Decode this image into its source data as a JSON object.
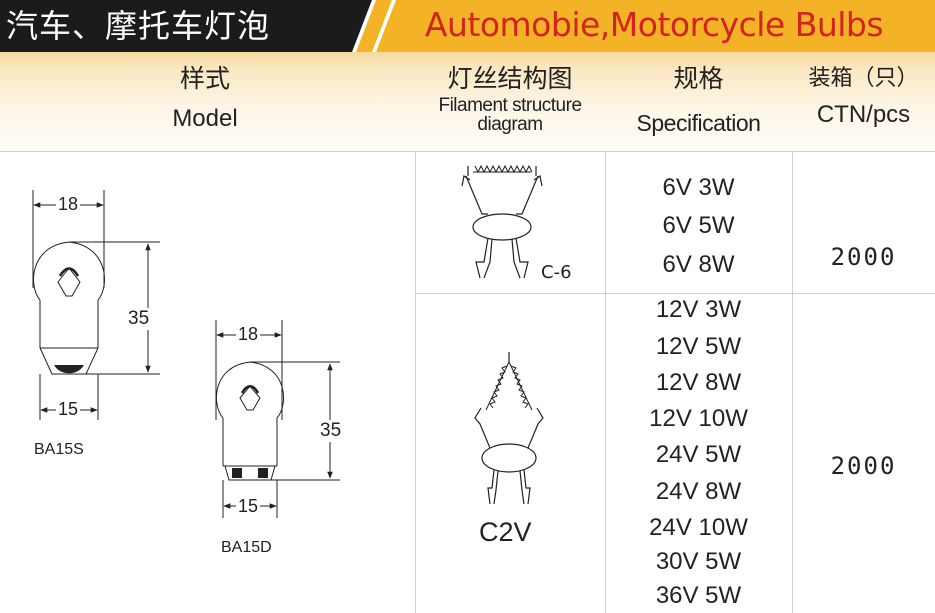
{
  "banner": {
    "title_cn": "汽车、摩托车灯泡",
    "title_en": "Automobie,Motorcycle Bulbs",
    "colors": {
      "dark": "#1b1b1b",
      "accent": "#f4b327",
      "title_en": "#d2231d"
    }
  },
  "header": {
    "model_cn": "样式",
    "model_en": "Model",
    "filament_cn": "灯丝结构图",
    "filament_en_line1": "Filament structure",
    "filament_en_line2": "diagram",
    "spec_cn": "规格",
    "spec_en": "Specification",
    "ctn_cn": "装箱（只）",
    "ctn_en": "CTN/pcs",
    "gradient": [
      "#f5d9a0",
      "#fffdf8"
    ]
  },
  "models": [
    {
      "name": "BA15S",
      "width_dim": "18",
      "height_dim": "35",
      "base_dim": "15"
    },
    {
      "name": "BA15D",
      "width_dim": "18",
      "height_dim": "35",
      "base_dim": "15"
    }
  ],
  "groups": [
    {
      "filament": "C-6",
      "specs": [
        "6V 3W",
        "6V 5W",
        "6V 8W"
      ],
      "ctn": "2000"
    },
    {
      "filament": "C2V",
      "specs": [
        "12V 3W",
        "12V 5W",
        "12V 8W",
        "12V 10W",
        "24V 5W",
        "24V 8W",
        "24V 10W",
        "30V 5W",
        "36V 5W"
      ],
      "ctn": "2000"
    }
  ]
}
